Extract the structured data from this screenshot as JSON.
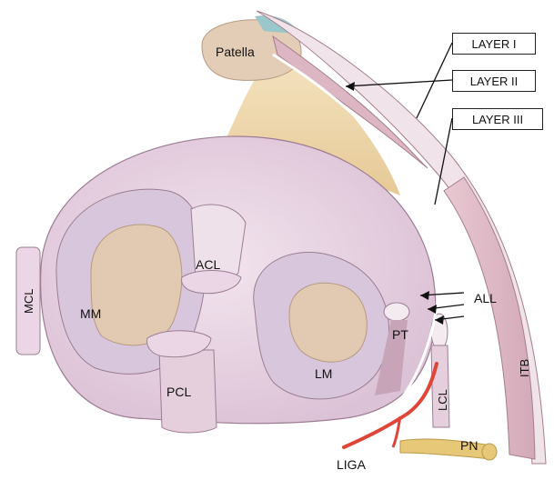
{
  "labels": {
    "patella": "Patella",
    "layer1": "LAYER I",
    "layer2": "LAYER II",
    "layer3": "LAYER III",
    "mcl": "MCL",
    "mm": "MM",
    "acl": "ACL",
    "pcl": "PCL",
    "lm": "LM",
    "pt": "PT",
    "all": "ALL",
    "lcl": "LCL",
    "itb": "ITB",
    "pn": "PN",
    "liga": "LIGA"
  },
  "colors": {
    "cartilage": "#ead6e4",
    "meniscus": "#d8c7dc",
    "bone": "#e2c9b2",
    "fat": "#ecd7a9",
    "muscle": "#d7b3c0",
    "artery": "#e0453a",
    "nerve": "#e7c878"
  }
}
